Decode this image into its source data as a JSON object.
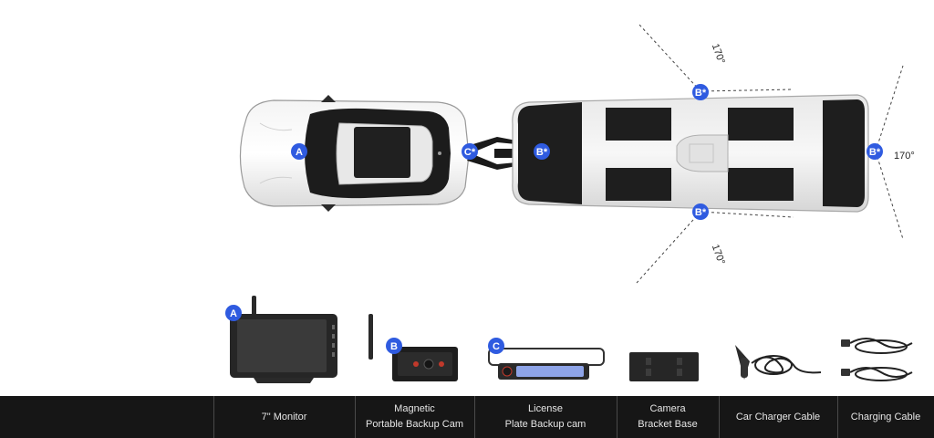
{
  "diagram": {
    "angles": {
      "top": "170°",
      "right": "170°",
      "bottom": "170°"
    },
    "badges": {
      "car": "A",
      "hitch": "C*",
      "trailer_front": "B*",
      "trailer_top": "B*",
      "trailer_bottom": "B*",
      "trailer_rear": "B*"
    }
  },
  "products": {
    "badges": {
      "monitor": "A",
      "backup_cam": "B",
      "plate_cam": "C"
    },
    "labels": [
      {
        "line1": "7\" Monitor",
        "line2": ""
      },
      {
        "line1": "Magnetic",
        "line2": "Portable Backup Cam"
      },
      {
        "line1": "License",
        "line2": "Plate Backup cam"
      },
      {
        "line1": "Camera",
        "line2": "Bracket Base"
      },
      {
        "line1": "Car Charger Cable",
        "line2": ""
      },
      {
        "line1": "Charging Cable",
        "line2": ""
      }
    ]
  },
  "colors": {
    "badge": "#2f5be0",
    "bar": "#161616"
  }
}
